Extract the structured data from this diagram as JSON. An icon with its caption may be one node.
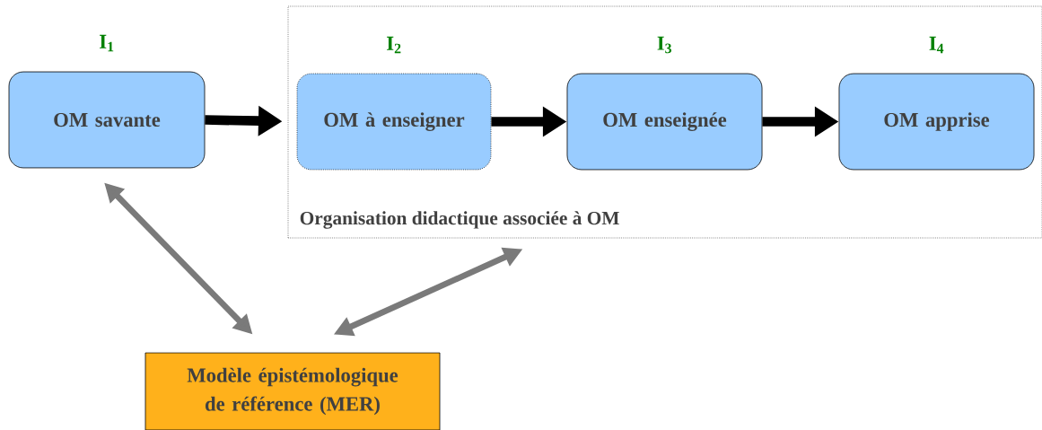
{
  "diagram": {
    "nodes": [
      {
        "text": [
          "OM savante"
        ],
        "beside": [
          "I$_{1}$"
        ]
      },
      {
        "text": [
          "Organisation didactique associée à OM"
        ]
      },
      {
        "text": [
          "OM à enseigner"
        ],
        "beside": [
          "I$_{2}$"
        ],
        "in": 1
      },
      {
        "text": [
          "OM enseignée"
        ],
        "beside": [
          "I$_{3}$"
        ],
        "in": 1
      },
      {
        "text": [
          "OM apprise"
        ],
        "beside": [
          "I$_{4}$"
        ],
        "in": 1
      },
      {
        "text": [
          "Modèle épistémologique de référence (MER)"
        ]
      }
    ],
    "edges": [
      {
        "from": 0,
        "to": 2,
        "arrow": "to"
      },
      {
        "from": 2,
        "to": 3,
        "arrow": "to"
      },
      {
        "from": 3,
        "to": 4,
        "arrow": "to"
      },
      {
        "from": 0,
        "to": 5,
        "arrow": "both",
        "color": "#7a7a7a"
      },
      {
        "from": 1,
        "to": 5,
        "arrow": "both",
        "color": "#7a7a7a"
      }
    ]
  }
}
